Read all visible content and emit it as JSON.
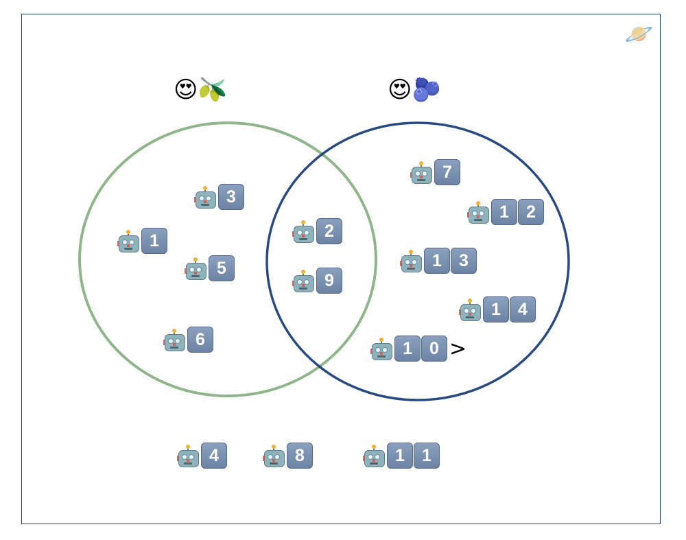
{
  "sets": [
    {
      "label": "😍🫒",
      "color": "#8fb58a"
    },
    {
      "label": "😍🫐",
      "color": "#1d3f7a"
    }
  ],
  "corner_icon": "🪐",
  "robot_icon": "🤖",
  "items": [
    {
      "id": "3",
      "region": "left"
    },
    {
      "id": "1",
      "region": "left"
    },
    {
      "id": "5",
      "region": "left"
    },
    {
      "id": "6",
      "region": "left"
    },
    {
      "id": "2",
      "region": "both"
    },
    {
      "id": "9",
      "region": "both"
    },
    {
      "id": "7",
      "region": "right"
    },
    {
      "id": "12",
      "region": "right"
    },
    {
      "id": "13",
      "region": "right"
    },
    {
      "id": "14",
      "region": "right"
    },
    {
      "id": "10",
      "region": "right",
      "suffix": ">"
    },
    {
      "id": "4",
      "region": "none"
    },
    {
      "id": "8",
      "region": "none"
    },
    {
      "id": "11",
      "region": "none"
    }
  ]
}
